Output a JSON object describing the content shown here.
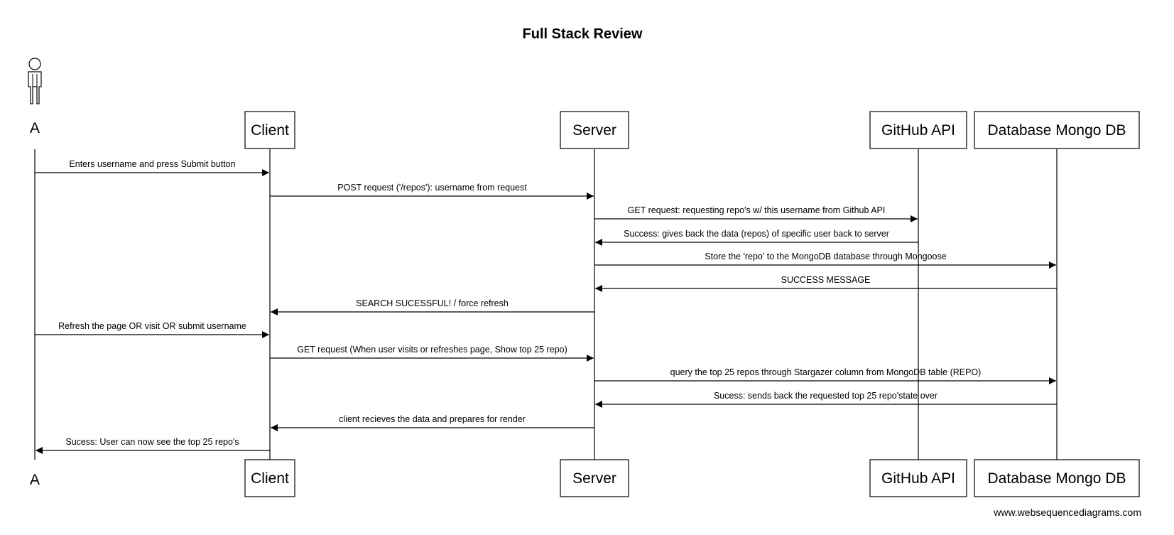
{
  "title": "Full Stack Review",
  "actor": {
    "label": "A"
  },
  "participants": [
    {
      "id": "client",
      "label": "Client"
    },
    {
      "id": "server",
      "label": "Server"
    },
    {
      "id": "github",
      "label": "GitHub API"
    },
    {
      "id": "db",
      "label": "Database Mongo DB"
    }
  ],
  "messages": [
    {
      "from": "actor",
      "to": "client",
      "label": "Enters username and press Submit button"
    },
    {
      "from": "client",
      "to": "server",
      "label": "POST request ('/repos'): username from request"
    },
    {
      "from": "server",
      "to": "github",
      "label": "GET request: requesting repo's w/ this username from Github API"
    },
    {
      "from": "github",
      "to": "server",
      "label": "Success: gives back the data (repos) of specific user back to server"
    },
    {
      "from": "server",
      "to": "db",
      "label": "Store the 'repo' to the MongoDB database through Mongoose"
    },
    {
      "from": "db",
      "to": "server",
      "label": "SUCCESS MESSAGE"
    },
    {
      "from": "server",
      "to": "client",
      "label": "SEARCH SUCESSFUL! / force refresh"
    },
    {
      "from": "actor",
      "to": "client",
      "label": "Refresh the page OR visit OR submit username"
    },
    {
      "from": "client",
      "to": "server",
      "label": "GET request (When user visits or refreshes page, Show top 25 repo)"
    },
    {
      "from": "server",
      "to": "db",
      "label": "query the top 25 repos through Stargazer column from MongoDB table (REPO)"
    },
    {
      "from": "db",
      "to": "server",
      "label": "Sucess: sends back the requested top 25 repo'state over"
    },
    {
      "from": "server",
      "to": "client",
      "label": "client recieves the data and prepares for render"
    },
    {
      "from": "client",
      "to": "actor",
      "label": "Sucess: User can now see the top 25 repo's"
    }
  ],
  "footer": "www.websequencediagrams.com"
}
